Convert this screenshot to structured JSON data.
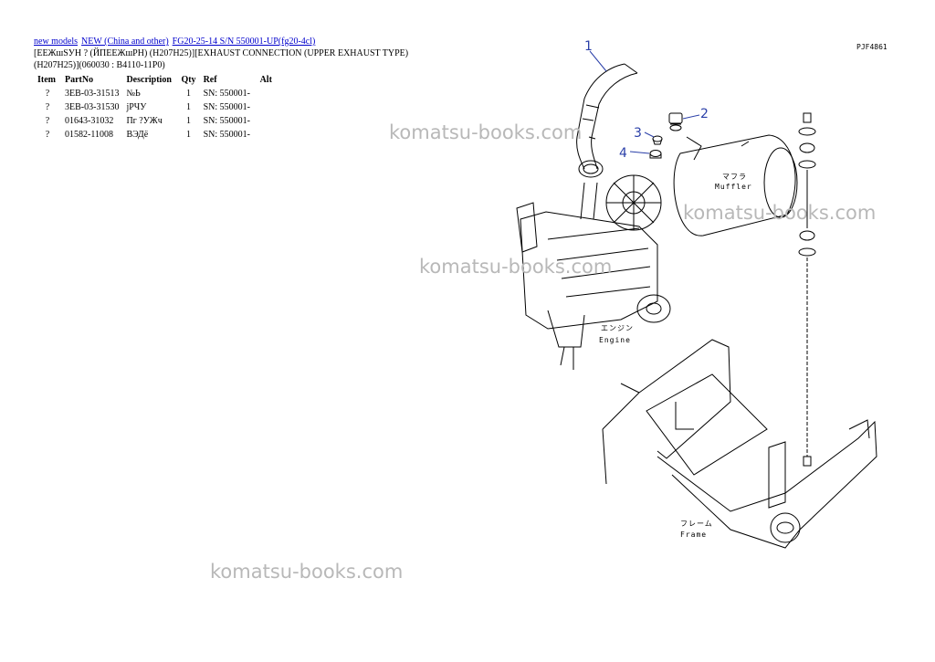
{
  "breadcrumb": {
    "links": [
      "new models",
      "NEW (China and other)",
      "FG20-25-14 S/N 550001-UP(fg20-4cl)"
    ]
  },
  "title_line1": "[ЕЕЖшSУН ? (ЙПЕЕЖшРН) (Н207Н25)][EXHAUST CONNECTION (UPPER EXHAUST TYPE)",
  "title_line2": "(H207H25)](060030 : B4110-11P0)",
  "table": {
    "headers": [
      "Item",
      "PartNo",
      "Description",
      "Qty",
      "Ref",
      "Alt"
    ],
    "rows": [
      [
        "?",
        "3EB-03-31513",
        "№Ь",
        "1",
        "SN: 550001-",
        ""
      ],
      [
        "?",
        "3EB-03-31530",
        "jPЧУ",
        "1",
        "SN: 550001-",
        ""
      ],
      [
        "?",
        "01643-31032",
        "Пг ?УЖч",
        "1",
        "SN: 550001-",
        ""
      ],
      [
        "?",
        "01582-11008",
        "ВЭДё",
        "1",
        "SN: 550001-",
        ""
      ]
    ]
  },
  "watermark": "komatsu-books.com",
  "diagram": {
    "plate_code": "PJF4861",
    "callouts": [
      "1",
      "2",
      "3",
      "4"
    ],
    "muffler_jp": "マフラ",
    "muffler_en": "Muffler",
    "engine_jp": "エンジン",
    "engine_en": "Engine",
    "frame_jp": "フレーム",
    "frame_en": "Frame",
    "callout_color": "#2a3fa8"
  }
}
